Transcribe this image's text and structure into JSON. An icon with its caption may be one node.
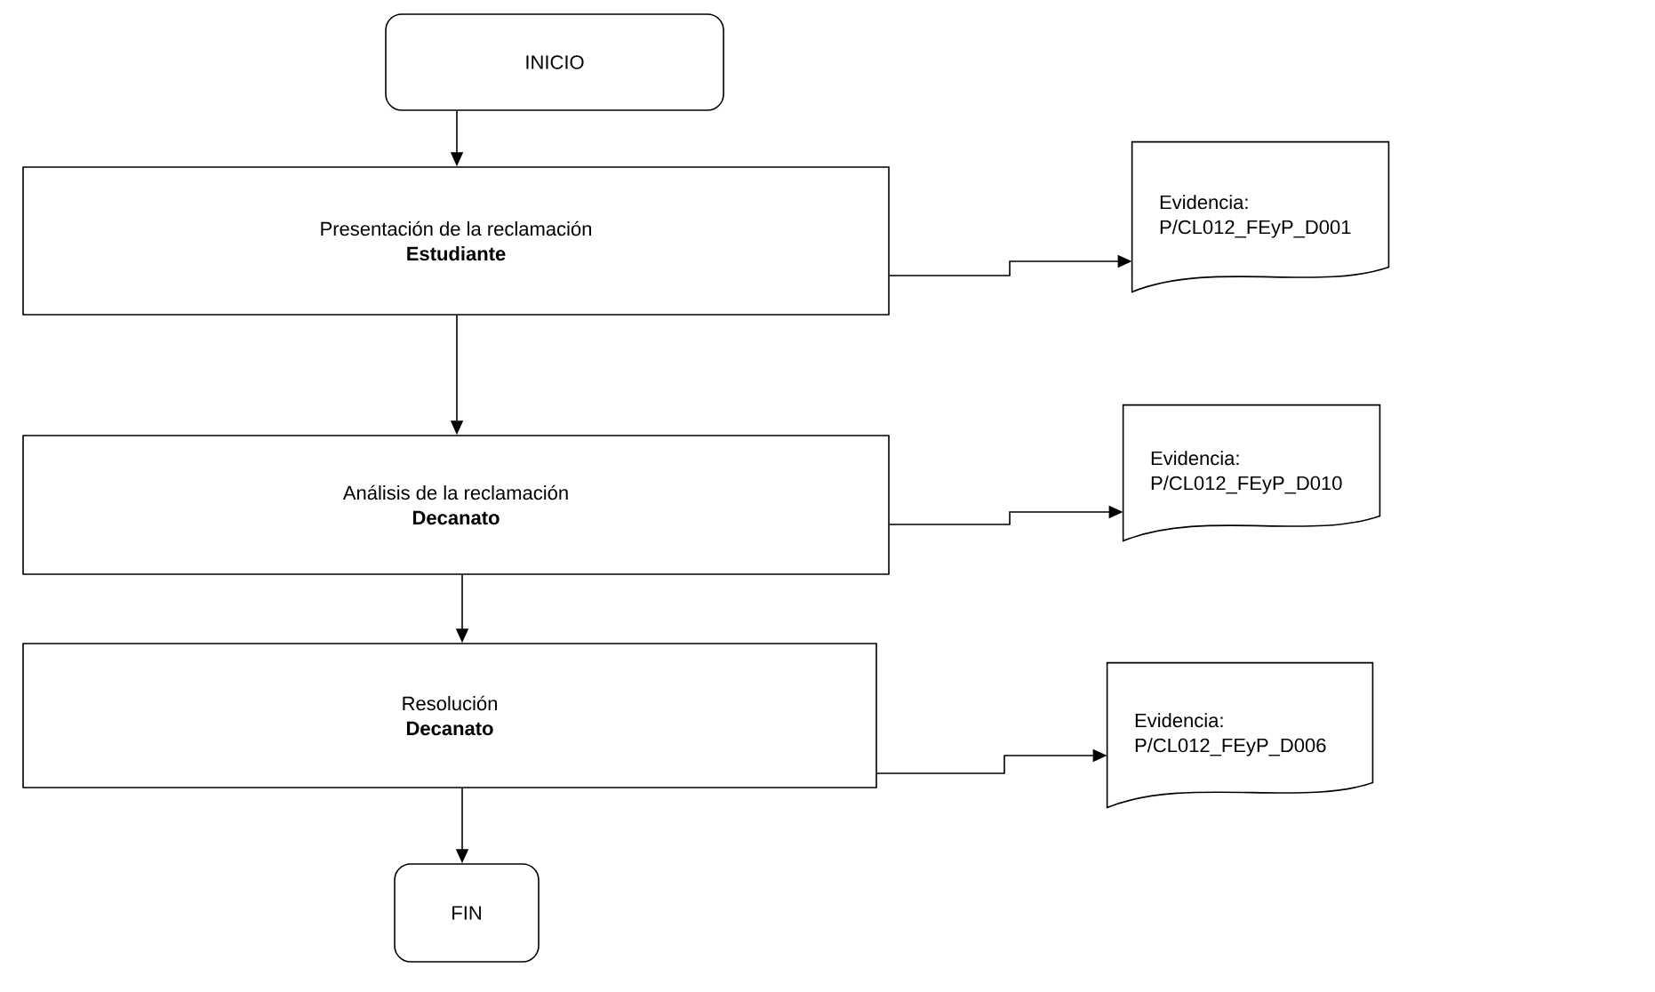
{
  "diagram": {
    "nodes": [
      {
        "text": [
          "INICIO"
        ]
      },
      {
        "text": [
          "Presentación de la reclamación",
          "Estudiante"
        ]
      },
      {
        "text": [
          "Evidencia: P/CL012_FEyP_D001"
        ]
      },
      {
        "text": [
          "Análisis de la reclamación",
          "Decanato"
        ]
      },
      {
        "text": [
          "Evidencia: P/CL012_FEyP_D010"
        ]
      },
      {
        "text": [
          "Resolución",
          "Decanato"
        ]
      },
      {
        "text": [
          "Evidencia: P/CL012_FEyP_D006"
        ]
      },
      {
        "text": [
          "FIN"
        ]
      }
    ],
    "edges": [
      {
        "from": 0,
        "to": 1,
        "arrow": "to"
      },
      {
        "from": 1,
        "to": 2,
        "arrow": "to"
      },
      {
        "from": 1,
        "to": 3,
        "arrow": "to"
      },
      {
        "from": 3,
        "to": 4,
        "arrow": "to"
      },
      {
        "from": 3,
        "to": 5,
        "arrow": "to"
      },
      {
        "from": 5,
        "to": 6,
        "arrow": "to"
      },
      {
        "from": 5,
        "to": 7,
        "arrow": "to"
      }
    ]
  }
}
